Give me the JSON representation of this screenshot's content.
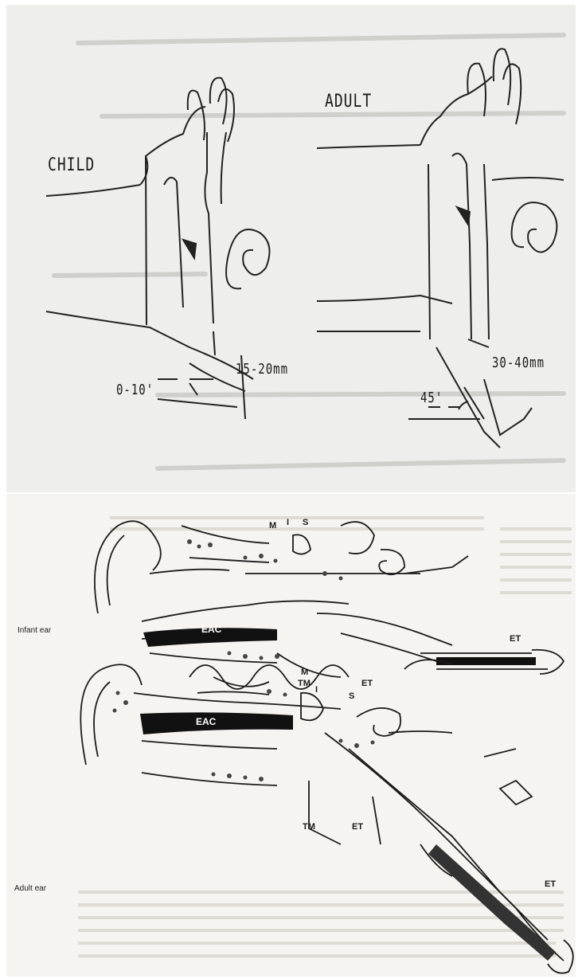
{
  "top": {
    "child_label": "CHILD",
    "adult_label": "ADULT",
    "child_length": "15-20mm",
    "adult_length": "30-40mm",
    "child_angle": "0-10'",
    "adult_angle": "45'"
  },
  "bottom": {
    "infant_caption": "Infant ear",
    "adult_caption": "Adult ear",
    "infant": {
      "m": "M",
      "i": "I",
      "s": "S",
      "eac": "EAC",
      "tm": "TM",
      "et_mid": "ET",
      "et_tube": "ET"
    },
    "adult": {
      "m": "M",
      "i": "I",
      "s": "S",
      "eac": "EAC",
      "tm": "TM",
      "et_mid": "ET",
      "et_tube": "ET"
    }
  }
}
